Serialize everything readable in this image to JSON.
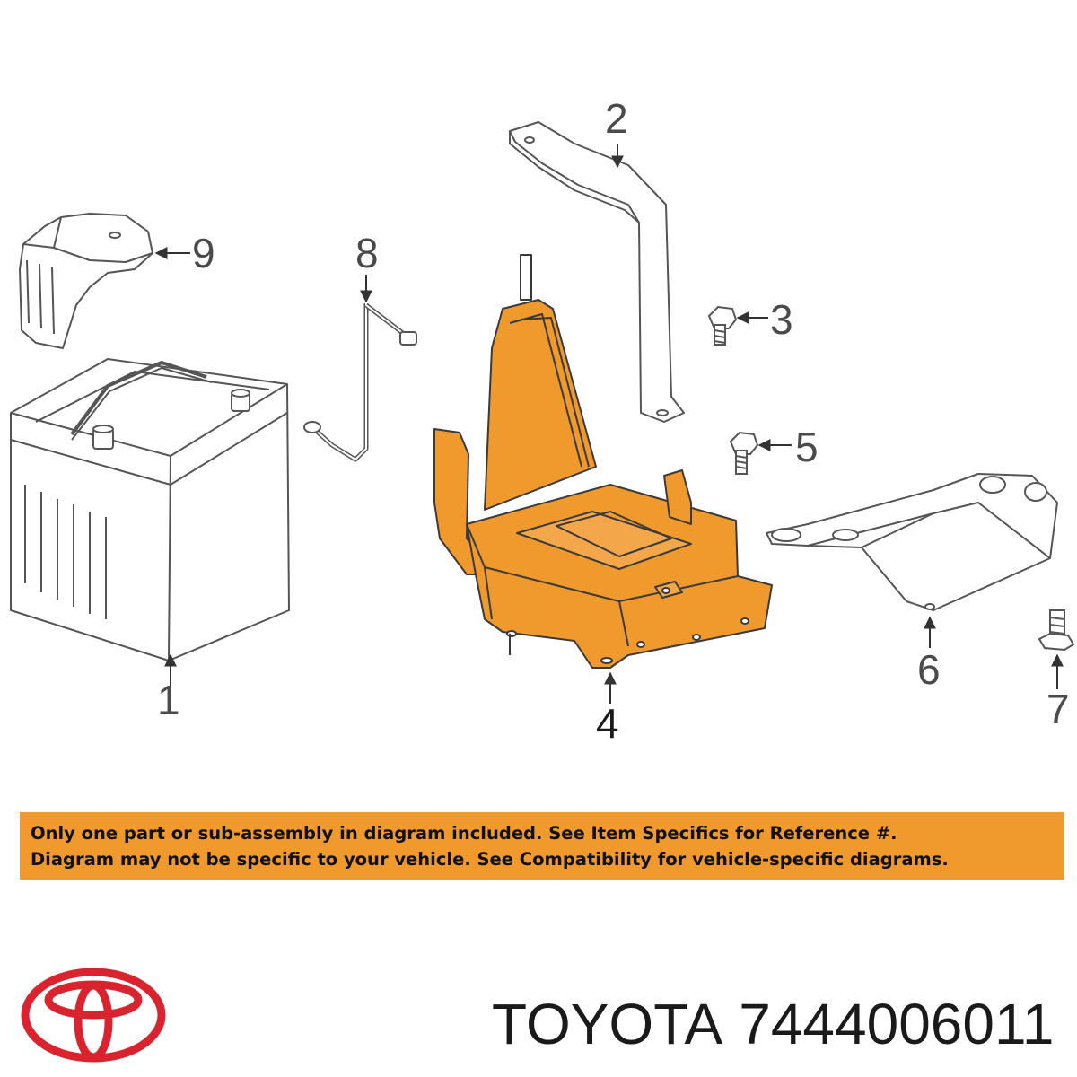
{
  "diagram": {
    "callouts": [
      {
        "id": "1",
        "label": "1"
      },
      {
        "id": "2",
        "label": "2"
      },
      {
        "id": "3",
        "label": "3"
      },
      {
        "id": "4",
        "label": "4"
      },
      {
        "id": "5",
        "label": "5"
      },
      {
        "id": "6",
        "label": "6"
      },
      {
        "id": "7",
        "label": "7"
      },
      {
        "id": "8",
        "label": "8"
      },
      {
        "id": "9",
        "label": "9"
      }
    ],
    "highlighted_part": "4",
    "colors": {
      "highlight": "#f0992c",
      "line": "#555555",
      "banner": "#f0992c",
      "logo": "#d9232e"
    }
  },
  "notice": {
    "line1": "Only one part or sub-assembly in diagram included. See Item Specifics for Reference #.",
    "line2": "Diagram may not be specific to your vehicle. See Compatibility for vehicle-specific diagrams."
  },
  "footer": {
    "brand": "TOYOTA",
    "part_number": "7444006011",
    "logo_icon": "toyota-logo-icon"
  }
}
